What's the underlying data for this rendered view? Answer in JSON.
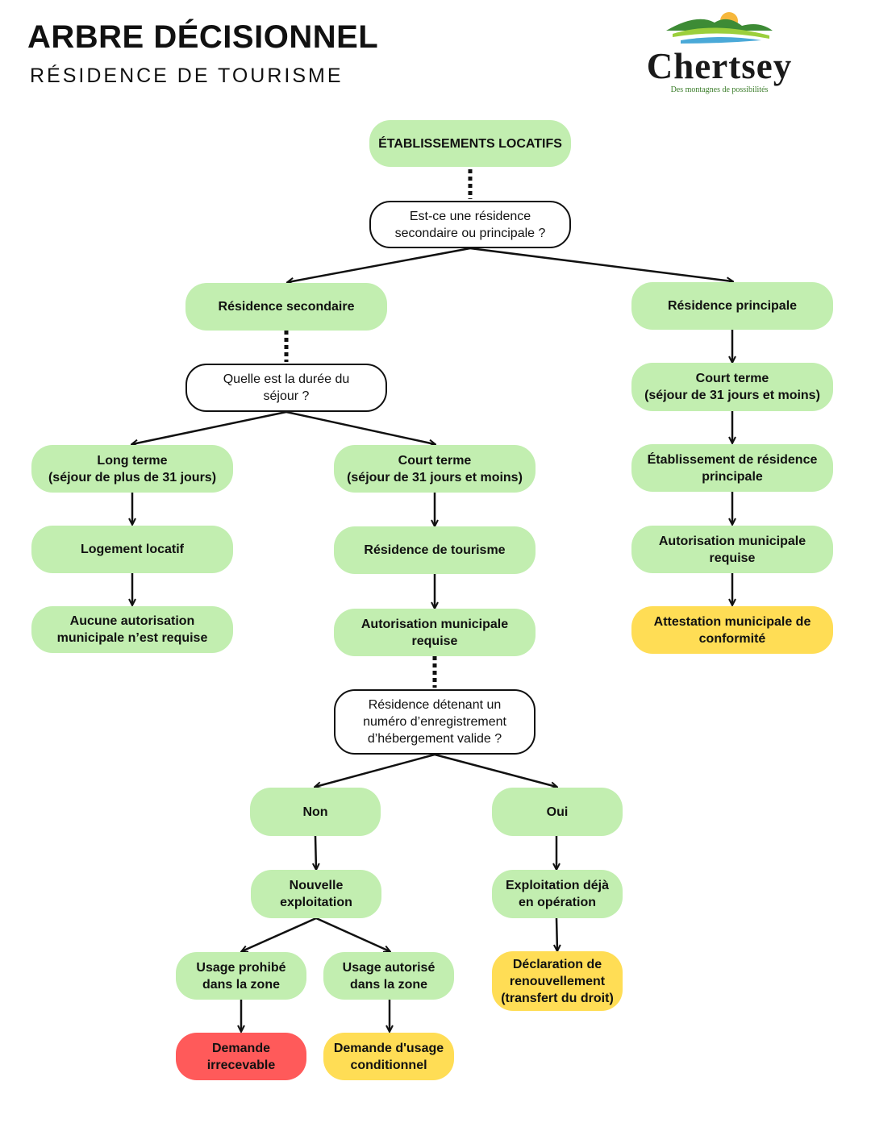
{
  "header": {
    "title": "ARBRE DÉCISIONNEL",
    "subtitle": "RÉSIDENCE DE TOURISME"
  },
  "logo": {
    "name": "Chertsey",
    "tagline": "Des montagnes de possibilités"
  },
  "colors": {
    "green": "#c2eeb0",
    "yellow": "#ffdd55",
    "red": "#ff5a5a",
    "line": "#111111"
  },
  "nodes": {
    "root": "ÉTABLISSEMENTS LOCATIFS",
    "q_type": "Est-ce une résidence\nsecondaire ou principale ?",
    "secondaire": "Résidence secondaire",
    "principale": "Résidence principale",
    "q_duree": "Quelle est la durée du\nséjour ?",
    "long_terme": "Long terme\n(séjour de plus de 31 jours)",
    "court_terme_sec": "Court terme\n(séjour de 31 jours et moins)",
    "court_terme_princ": "Court terme\n(séjour de 31 jours et moins)",
    "logement_locatif": "Logement locatif",
    "aucune_autorisation": "Aucune autorisation\nmunicipale n’est requise",
    "residence_tourisme": "Résidence de tourisme",
    "autorisation_sec": "Autorisation municipale\nrequise",
    "etablissement_princ": "Établissement de résidence\nprincipale",
    "autorisation_princ": "Autorisation municipale\nrequise",
    "attestation": "Attestation municipale de\nconformité",
    "q_enregistrement": "Résidence détenant un\nnuméro d’enregistrement\nd’hébergement valide ?",
    "non": "Non",
    "oui": "Oui",
    "nouvelle_exploitation": "Nouvelle\nexploitation",
    "exploitation_operation": "Exploitation déjà\nen opération",
    "usage_prohibe": "Usage prohibé\ndans la zone",
    "usage_autorise": "Usage autorisé\ndans la zone",
    "declaration": "Déclaration de\nrenouvellement\n(transfert du droit)",
    "demande_irrecevable": "Demande\nirrecevable",
    "demande_usage": "Demande d'usage\nconditionnel"
  }
}
